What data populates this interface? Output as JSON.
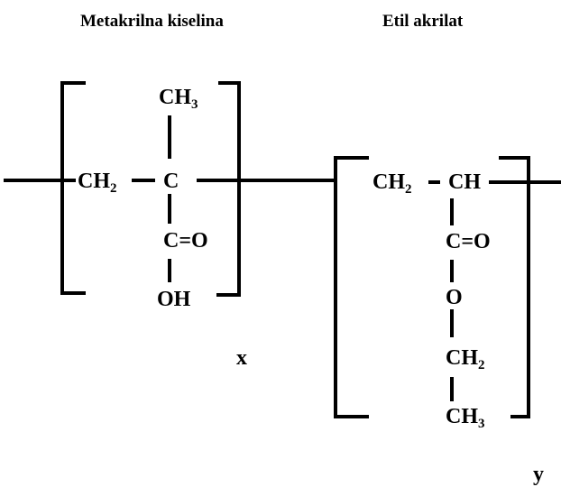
{
  "titles": {
    "left": "Metakrilna kiselina",
    "right": "Etil akrilat"
  },
  "unit_x": {
    "methyl": {
      "main": "CH",
      "sub": "3"
    },
    "ch2": {
      "main": "CH",
      "sub": "2"
    },
    "carbon": "C",
    "carbonyl": "C=O",
    "hydroxyl": "OH",
    "index": "x"
  },
  "unit_y": {
    "ch2": {
      "main": "CH",
      "sub": "2"
    },
    "ch": "CH",
    "carbonyl": "C=O",
    "oxygen": "O",
    "ethyl_ch2": {
      "main": "CH",
      "sub": "2"
    },
    "ethyl_ch3": {
      "main": "CH",
      "sub": "3"
    },
    "index": "y"
  },
  "colors": {
    "ink": "#000000",
    "background": "#ffffff"
  }
}
